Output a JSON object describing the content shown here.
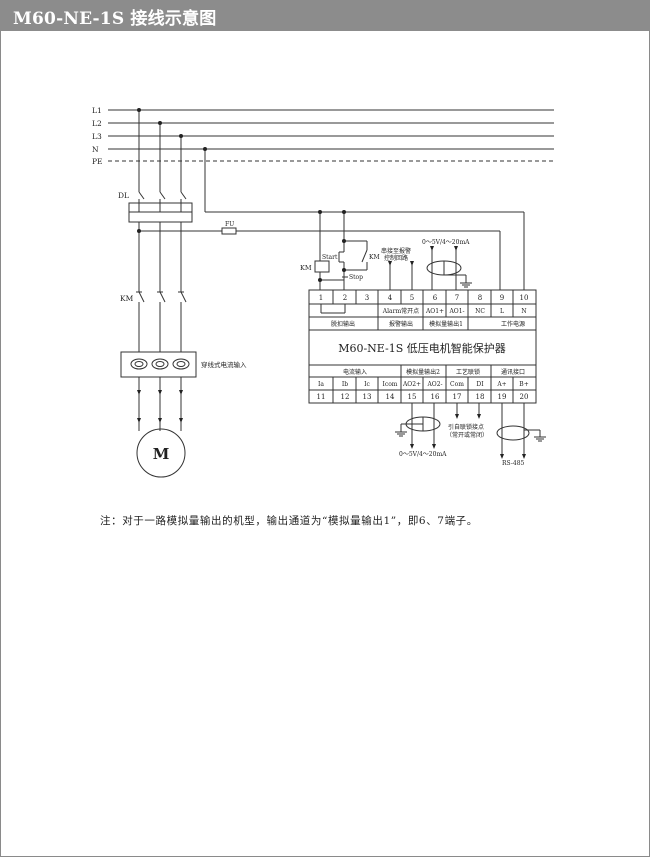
{
  "header": {
    "title": "M60-NE-1S 接线示意图"
  },
  "lines": {
    "l1": "L1",
    "l2": "L2",
    "l3": "L3",
    "n": "N",
    "pe": "PE"
  },
  "components": {
    "breaker": "DL",
    "contactor": "KM",
    "coil": "KM",
    "fuse": "FU",
    "start": "Start",
    "stop": "Stop",
    "km_aux": "KM",
    "ct": "穿线式电流输入",
    "motor": "M"
  },
  "top_notes": {
    "fault_alarm_l1": "串接至报警",
    "fault_alarm_l2": "控制回路",
    "analog_top": "0～5V/4～20mA"
  },
  "bottom_notes": {
    "analog_bottom": "0～5V/4～20mA",
    "process_l1": "引自联锁接点",
    "process_l2": "（常开或常闭）",
    "rs485": "RS-485"
  },
  "device": {
    "title": "M60-NE-1S 低压电机智能保护器",
    "top_numbers": [
      "1",
      "2",
      "3",
      "4",
      "5",
      "6",
      "7",
      "8",
      "9",
      "10"
    ],
    "top_signals": [
      "Alarm常开点",
      "AO1+",
      "AO1-",
      "NC",
      "L",
      "N"
    ],
    "top_groups": [
      "脱扣输出",
      "报警输出",
      "模拟量输出1",
      "工作电源"
    ],
    "bottom_groups": [
      "电流输入",
      "模拟量输出2",
      "工艺联锁",
      "通讯接口"
    ],
    "bottom_signals": [
      "Ia",
      "Ib",
      "Ic",
      "Icom",
      "AO2+",
      "AO2-",
      "Com",
      "DI",
      "A+",
      "B+"
    ],
    "bottom_numbers": [
      "11",
      "12",
      "13",
      "14",
      "15",
      "16",
      "17",
      "18",
      "19",
      "20"
    ]
  },
  "note": "注：对于一路模拟量输出的机型，输出通道为“模拟量输出1”，即6、7端子。"
}
